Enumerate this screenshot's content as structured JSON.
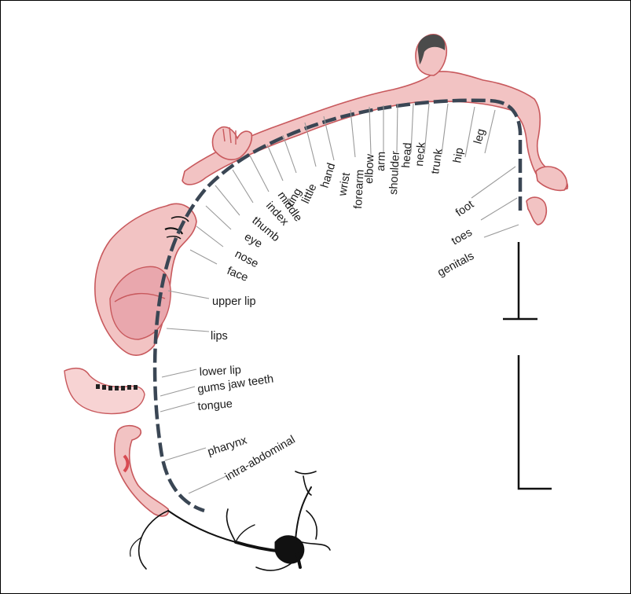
{
  "labels": {
    "foot": "foot",
    "leg": "leg",
    "hip": "hip",
    "trunk": "trunk",
    "neck": "neck",
    "head": "head",
    "shoulder": "shoulder",
    "arm": "arm",
    "elbow": "elbow",
    "forearm": "forearm",
    "wrist": "wrist",
    "hand": "hand",
    "little": "little",
    "ring": "ring",
    "middle": "middle",
    "index": "index",
    "thumb": "thumb",
    "eye": "eye",
    "nose": "nose",
    "face": "face",
    "upper_lip": "upper lip",
    "lips": "lips",
    "lower_lip": "lower lip",
    "gums_jaw_teeth": "gums jaw teeth",
    "tongue": "tongue",
    "pharynx": "pharynx",
    "intra_abdominal": "intra-abdominal",
    "toes": "toes",
    "genitals": "genitals"
  },
  "colors": {
    "body_fill": "#f2c3c3",
    "body_stroke": "#c8595d",
    "cortex_band": "#3a4654",
    "leader_lines": "#9a9a9a"
  }
}
